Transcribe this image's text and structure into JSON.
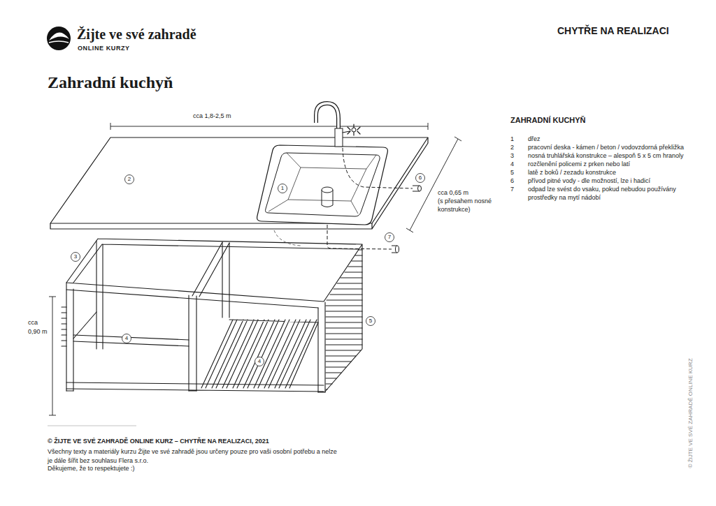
{
  "diagram": {
    "title": "Zahradní kuchyň",
    "labels": [
      "Žijte ve své zahradě",
      "ONLINE KURZY",
      "CHYTŘE NA REALIZACI",
      "cca 1,8-2,5 m",
      "2",
      "1",
      "6",
      "cca 0,65 m",
      "(s přesahem nosné konstrukce)",
      "7",
      "3",
      "cca 0,90 m",
      "4",
      "5",
      "4",
      "ZAHRADNÍ KUCHYŇ",
      "1",
      "dřez",
      "2",
      "pracovní deska - kámen / beton / vodovzdorná překližka",
      "3",
      "nosná truhlářská konstrukce – alespoň 5 x 5 cm hranoly",
      "4",
      "rozčlenění policemi z prken nebo latí",
      "5",
      "latě z boků / zezadu konstrukce",
      "6",
      "přívod pitné vody - dle možností, lze i hadicí",
      "7",
      "odpad lze svést do vsaku, pokud nebudou používány prostředky na mytí nádobí",
      "© ŽIJTE VE SVÉ ZAHRADĚ ONLINE KURZ – CHYTŘE NA REALIZACI, 2021",
      "Všechny texty a materiály kurzu Žijte ve své zahradě jsou určeny pouze pro vaši osobní potřebu a nelze je dále šířit bez souhlasu Flera s.r.o.",
      "Děkujeme, že to respektujete :)",
      "© ŽIJTE VE SVÉ ZAHRADĚ ONLINE KURZ"
    ]
  }
}
